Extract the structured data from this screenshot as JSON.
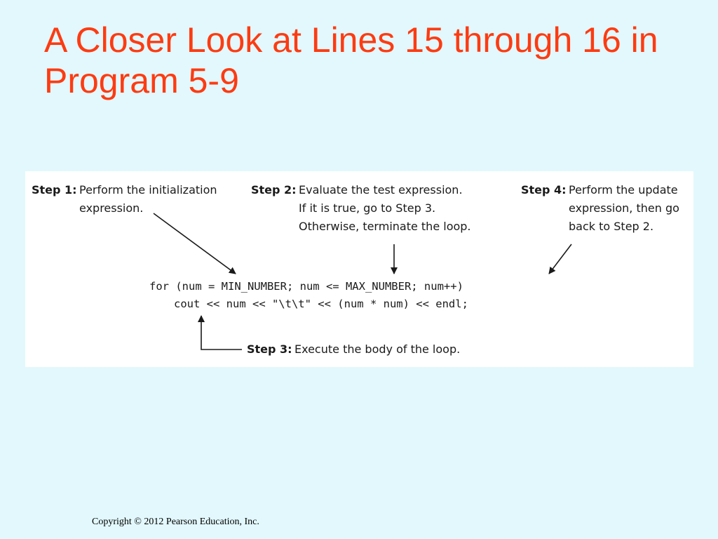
{
  "title": "A Closer Look at Lines 15 through 16 in Program 5-9",
  "steps": {
    "step1": {
      "label": "Step 1:",
      "lines": [
        "Perform the initialization",
        "expression."
      ]
    },
    "step2": {
      "label": "Step 2:",
      "lines": [
        "Evaluate the test expression.",
        "If it is true, go to Step 3.",
        "Otherwise, terminate the loop."
      ]
    },
    "step3": {
      "label": "Step 3:",
      "lines": [
        "Execute the body of the loop."
      ]
    },
    "step4": {
      "label": "Step 4:",
      "lines": [
        "Perform the update",
        "expression, then go",
        "back to Step 2."
      ]
    }
  },
  "code": {
    "line1": "for (num = MIN_NUMBER; num <= MAX_NUMBER; num++)",
    "line2": "cout << num << \"\\t\\t\" << (num * num) << endl;"
  },
  "footer": {
    "copyright": "Copyright © 2012 Pearson Education, Inc."
  },
  "colors": {
    "background": "#e2f8fc",
    "title": "#fd3b12",
    "figure_background": "#ffffff",
    "text": "#1a1a1a"
  }
}
